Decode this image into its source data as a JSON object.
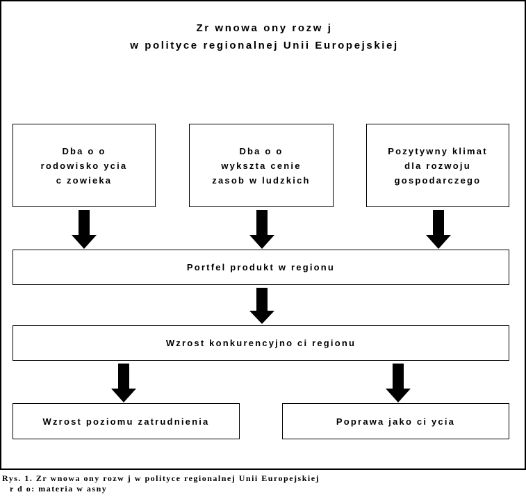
{
  "figure": {
    "title": "Zr wnowa ony rozw  j\nw polityce regionalnej Unii Europejskiej",
    "caption": "Rys. 1. Zr wnowa ony rozw  j w polityce regionalnej Unii Europejskiej",
    "source": "r  d o: materia  w asny",
    "frame_color": "#000000",
    "background_color": "#ffffff",
    "arrow_color": "#000000"
  },
  "nodes": {
    "environment": "Dba o   o\n rodowisko  ycia\nc zowieka",
    "education": "Dba o   o\nwykszta cenie\nzasob w ludzkich",
    "climate": "Pozytywny klimat\ndla rozwoju\ngospodarczego",
    "portfolio": "Portfel produkt w regionu",
    "competitiveness": "Wzrost konkurencyjno ci regionu",
    "employment": "Wzrost poziomu zatrudnienia",
    "quality_of_life": "Poprawa jako ci  ycia"
  },
  "arrows": [
    {
      "name": "environment-to-portfolio",
      "from": "environment",
      "to": "portfolio",
      "direction": "down"
    },
    {
      "name": "education-to-portfolio",
      "from": "education",
      "to": "portfolio",
      "direction": "down"
    },
    {
      "name": "climate-to-portfolio",
      "from": "climate",
      "to": "portfolio",
      "direction": "down"
    },
    {
      "name": "portfolio-to-competitiveness",
      "from": "portfolio",
      "to": "competitiveness",
      "direction": "down"
    },
    {
      "name": "competitiveness-to-employment",
      "from": "competitiveness",
      "to": "employment",
      "direction": "down"
    },
    {
      "name": "competitiveness-to-quality",
      "from": "competitiveness",
      "to": "quality_of_life",
      "direction": "down"
    }
  ]
}
